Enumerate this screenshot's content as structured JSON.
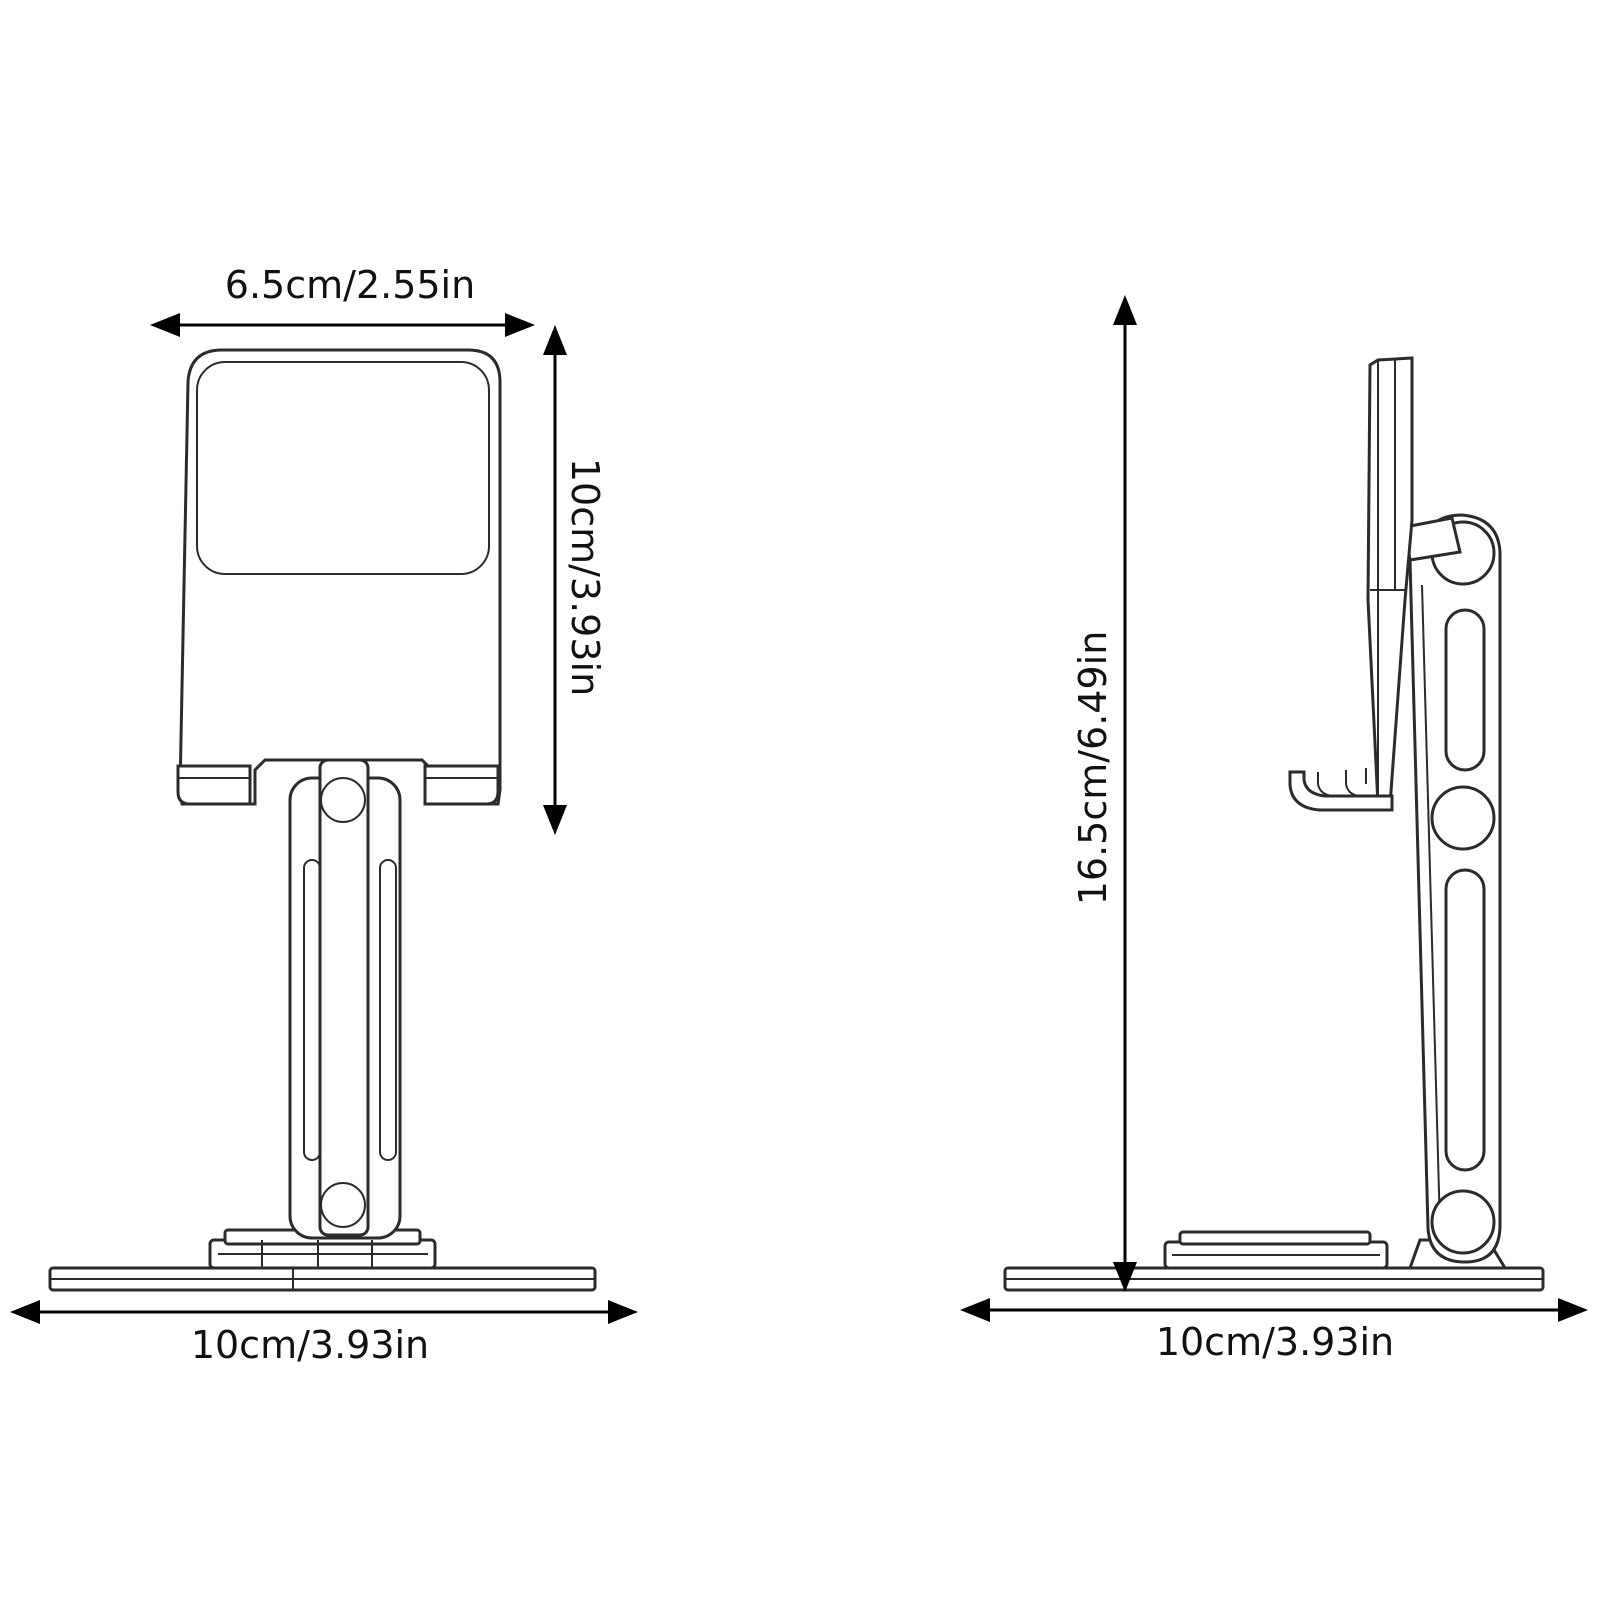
{
  "front_view": {
    "top_width_label": "6.5cm/2.55in",
    "height_label": "10cm/3.93in",
    "base_width_label": "10cm/3.93in"
  },
  "side_view": {
    "total_height_label": "16.5cm/6.49in",
    "base_width_label": "10cm/3.93in"
  },
  "colors": {
    "line": "#2b2b2b",
    "text": "#111111",
    "background": "#ffffff"
  }
}
